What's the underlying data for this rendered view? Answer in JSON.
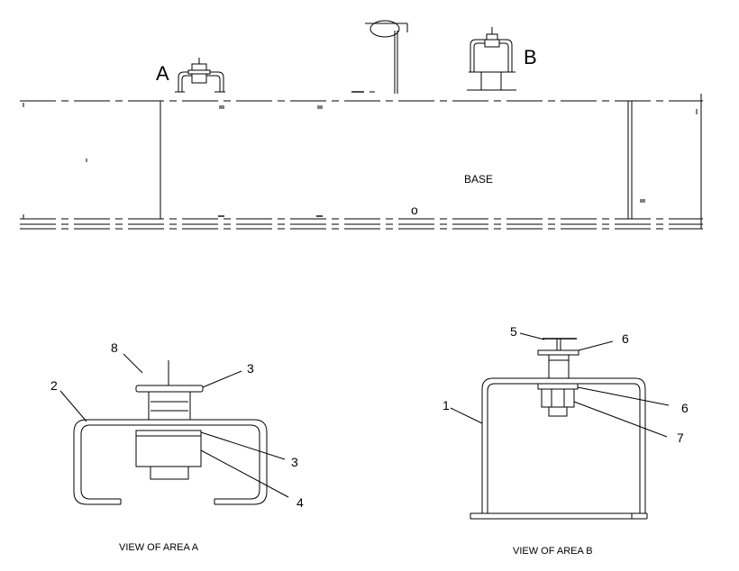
{
  "main_view": {
    "label_a": "A",
    "label_b": "B",
    "base_label": "BASE",
    "marker": "o"
  },
  "view_a": {
    "caption": "VIEW OF AREA A",
    "callouts": [
      "8",
      "3",
      "2",
      "3",
      "4"
    ]
  },
  "view_b": {
    "caption": "VIEW OF AREA B",
    "callouts": [
      "5",
      "6",
      "1",
      "6",
      "7"
    ]
  }
}
